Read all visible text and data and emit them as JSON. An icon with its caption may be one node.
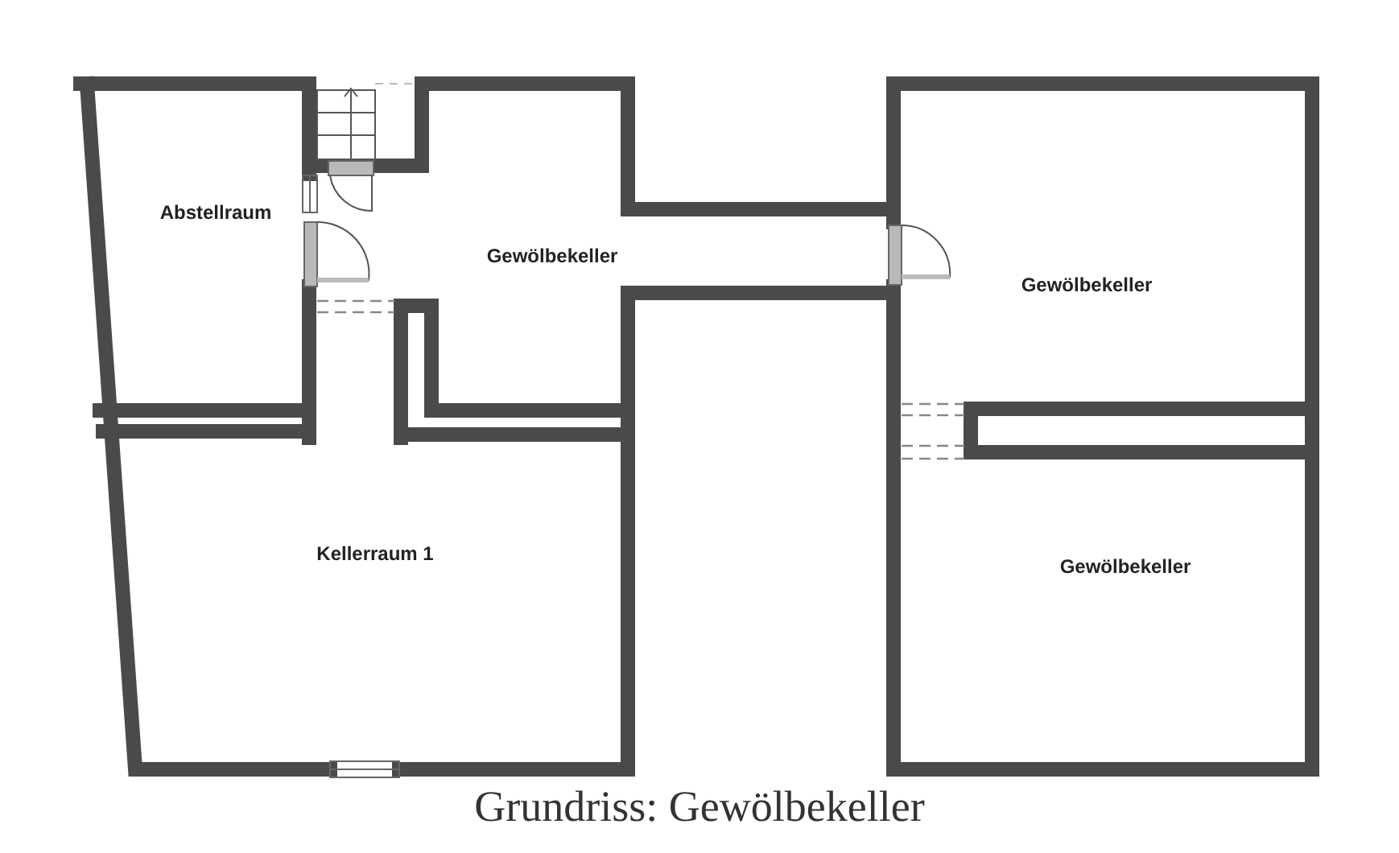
{
  "diagram": {
    "caption": "Grundriss: Gewölbekeller",
    "nodes": [
      {
        "text": [
          "Abstellraum"
        ]
      },
      {
        "text": [
          "Gewölbekeller"
        ]
      },
      {
        "text": [
          "Gewölbekeller"
        ]
      },
      {
        "text": [
          "Kellerraum 1"
        ]
      },
      {
        "text": [
          "Gewölbekeller"
        ]
      }
    ]
  }
}
